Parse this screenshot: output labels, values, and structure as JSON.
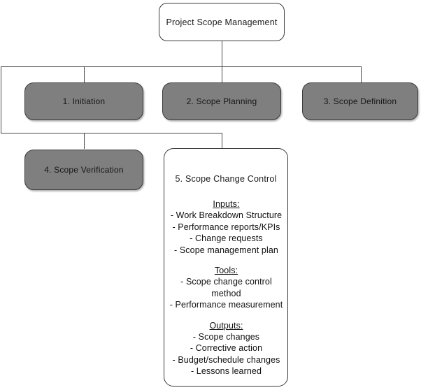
{
  "diagram": {
    "type": "hierarchy-tree",
    "title_node": {
      "label": "Project Scope Management"
    },
    "processes": [
      {
        "id": "p1",
        "label": "1. Initiation"
      },
      {
        "id": "p2",
        "label": "2. Scope Planning"
      },
      {
        "id": "p3",
        "label": "3. Scope Definition"
      },
      {
        "id": "p4",
        "label": "4. Scope Verification"
      }
    ],
    "detail_node": {
      "heading": "5. Scope Change Control",
      "groups": [
        {
          "title": "Inputs:",
          "items": [
            "- Work Breakdown Structure",
            "- Performance reports/KPIs",
            "- Change requests",
            "- Scope management plan"
          ]
        },
        {
          "title": "Tools:",
          "items": [
            "- Scope change control method",
            "- Performance measurement"
          ]
        },
        {
          "title": "Outputs:",
          "items": [
            "- Scope changes",
            "- Corrective action",
            "- Budget/schedule changes",
            "- Lessons learned"
          ]
        }
      ]
    },
    "colors": {
      "process_fill": "#7f7f7f",
      "node_border": "#3a3a3a",
      "connector": "#4a4a4a",
      "text": "#111111",
      "background": "#ffffff"
    }
  }
}
